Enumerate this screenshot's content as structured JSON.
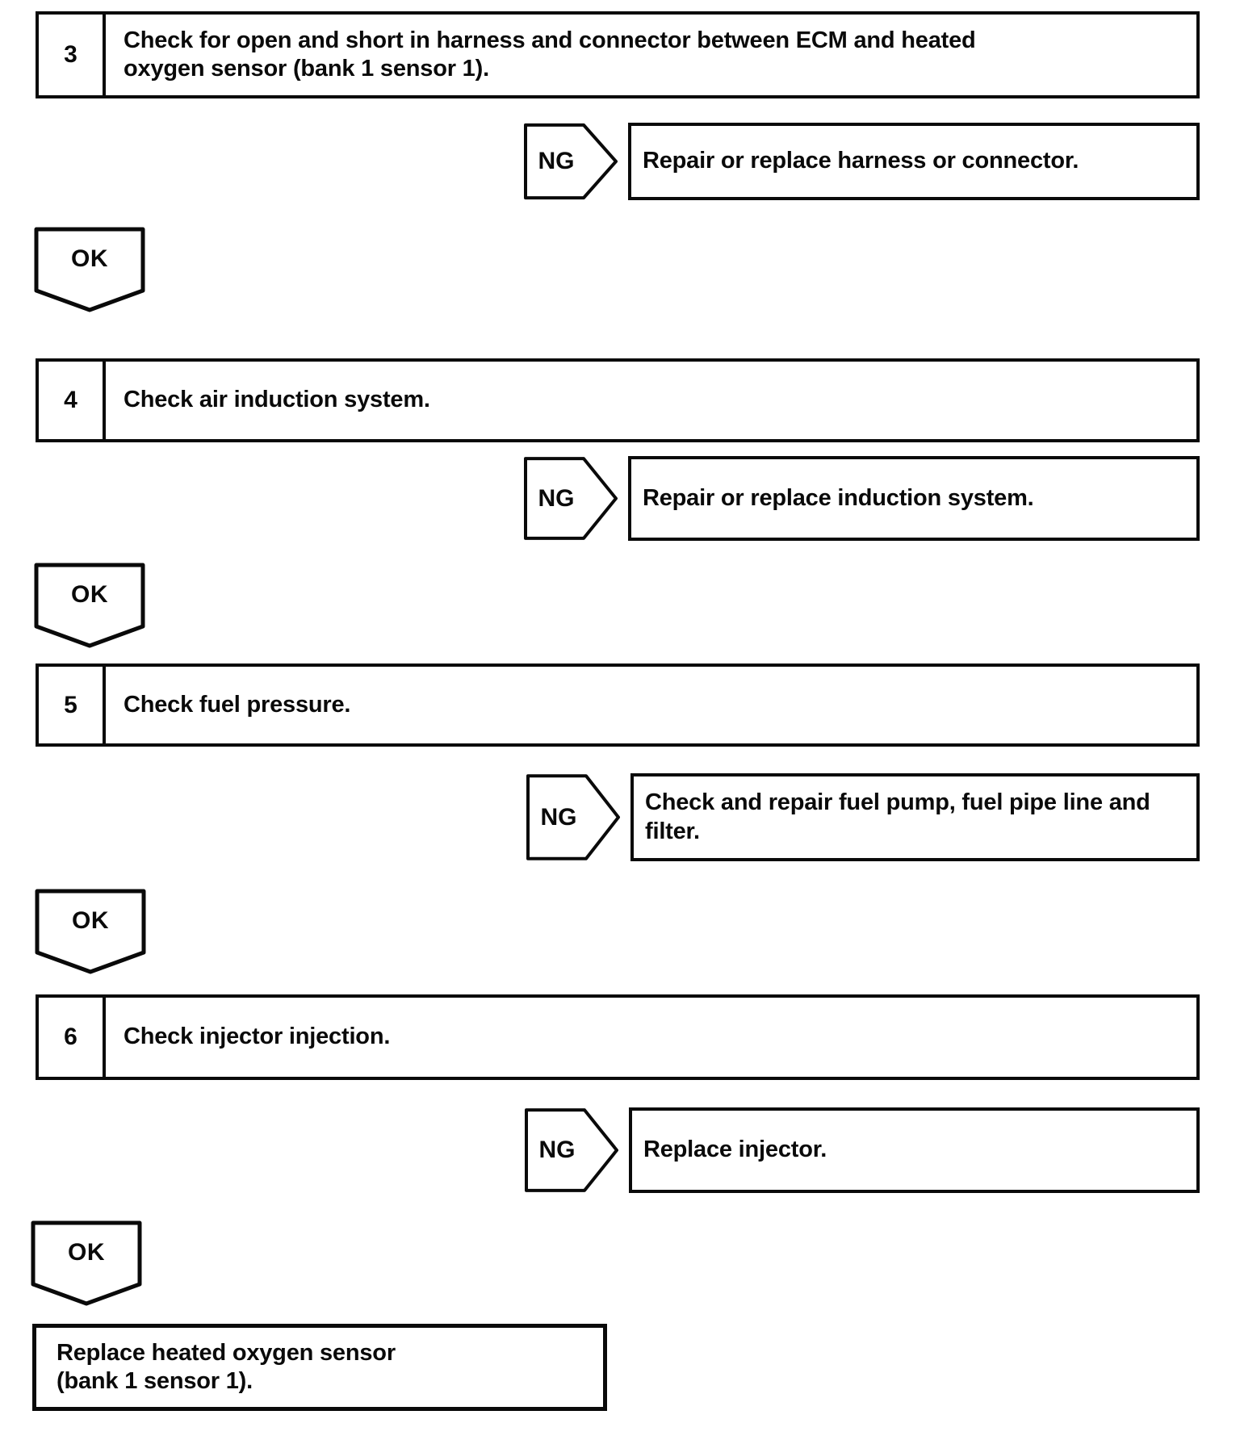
{
  "palette": {
    "ink": "#0a0a0a",
    "paper": "#ffffff"
  },
  "connector_labels": {
    "ng": "NG",
    "ok": "OK"
  },
  "flow": {
    "steps": [
      {
        "number": "3",
        "instruction": "Check for open and short in harness and connector between ECM and heated\noxygen sensor (bank 1 sensor 1).",
        "ng_action": "Repair or replace harness or connector."
      },
      {
        "number": "4",
        "instruction": "Check air induction system.",
        "ng_action": "Repair or replace induction system."
      },
      {
        "number": "5",
        "instruction": "Check fuel pressure.",
        "ng_action": "Check and repair fuel pump, fuel pipe line and\nfilter."
      },
      {
        "number": "6",
        "instruction": "Check injector injection.",
        "ng_action": "Replace injector."
      }
    ],
    "final_action": "Replace heated oxygen sensor\n(bank 1 sensor 1)."
  }
}
